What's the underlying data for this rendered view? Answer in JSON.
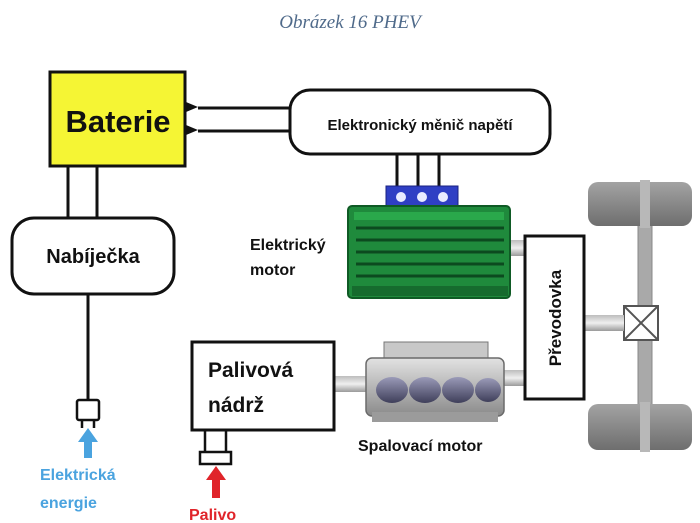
{
  "caption": "Obrázek 16 PHEV",
  "labels": {
    "battery": "Baterie",
    "inverter": "Elektronický měnič napětí",
    "charger": "Nabíječka",
    "electric_motor_line1": "Elektrický",
    "electric_motor_line2": "motor",
    "transmission": "Převodovka",
    "fuel_tank_line1": "Palivová",
    "fuel_tank_line2": "nádrž",
    "combustion_engine": "Spalovací motor",
    "electric_energy_line1": "Elektrická",
    "electric_energy_line2": "energie",
    "fuel": "Palivo"
  },
  "colors": {
    "battery_fill": "#f5f534",
    "electric_arrow": "#4aa3df",
    "fuel_arrow": "#e0242a",
    "motor_green": "#1f8a3c",
    "connector_blue": "#2f3fc4",
    "wheel_gray": "#8c8c8c"
  }
}
